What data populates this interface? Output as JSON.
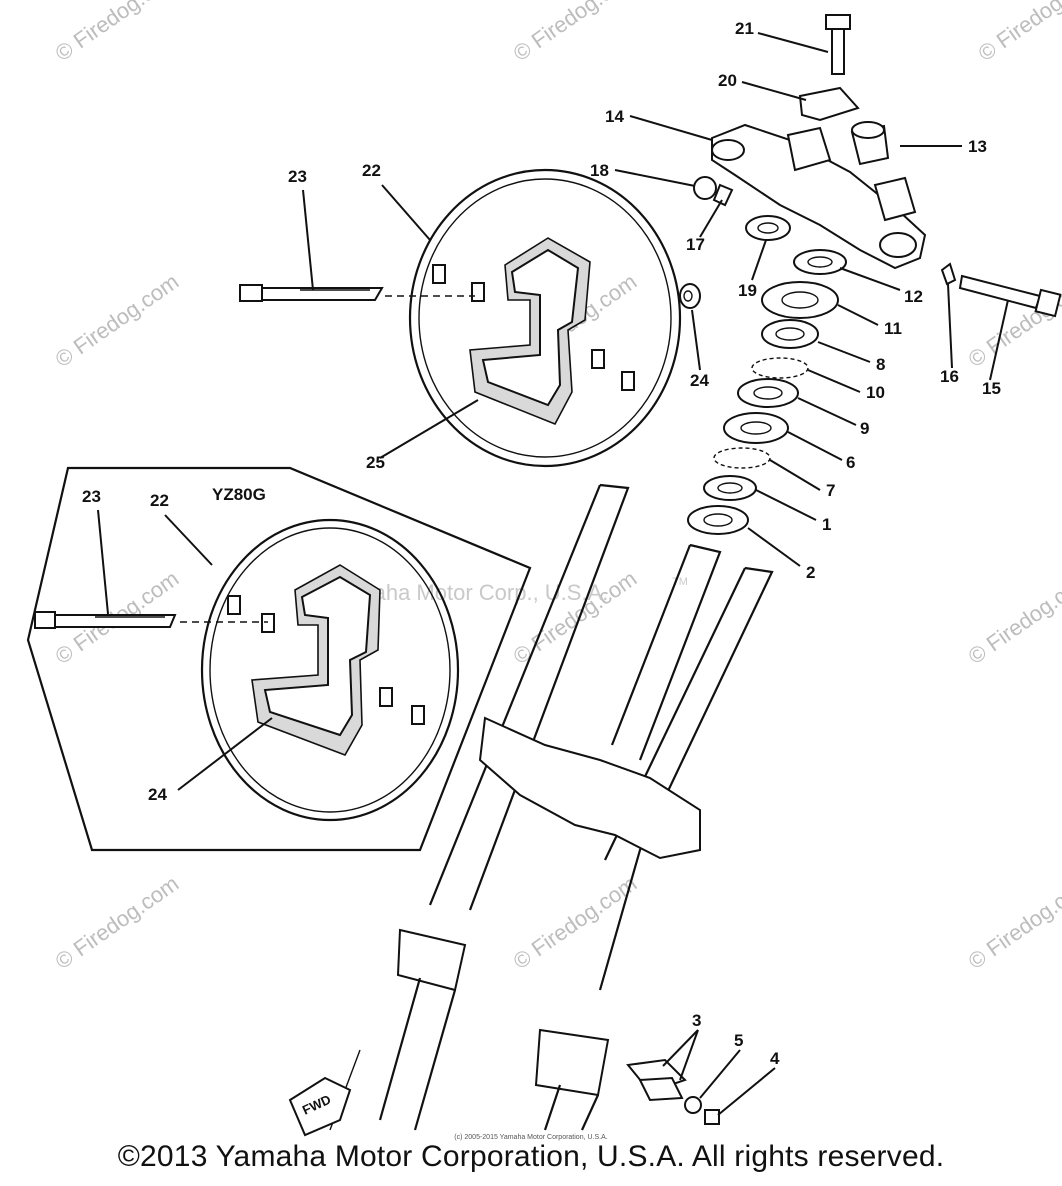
{
  "variant_label": "YZ80G",
  "fwd_label": "FWD",
  "watermark_text": "© Firedog.com",
  "center_watermark": "Yamaha Motor Corp., U.S.A.",
  "tm_mark": "TM",
  "small_notice": "(c) 2005-2015 Yamaha Motor Corporation, U.S.A.",
  "copyright": "©2013 Yamaha Motor Corporation, U.S.A. All rights reserved.",
  "callouts": {
    "c1": "1",
    "c2": "2",
    "c3": "3",
    "c4": "4",
    "c5": "5",
    "c6": "6",
    "c7": "7",
    "c8": "8",
    "c9": "9",
    "c10": "10",
    "c11": "11",
    "c12": "12",
    "c13": "13",
    "c14": "14",
    "c15": "15",
    "c16": "16",
    "c17": "17",
    "c18": "18",
    "c19": "19",
    "c20": "20",
    "c21": "21",
    "c22": "22",
    "c23": "23",
    "c24": "24",
    "c25": "25",
    "c22b": "22",
    "c23b": "23",
    "c24b": "24"
  },
  "colors": {
    "ink": "#111111",
    "watermark": "#bdbdbd",
    "background": "#ffffff"
  }
}
